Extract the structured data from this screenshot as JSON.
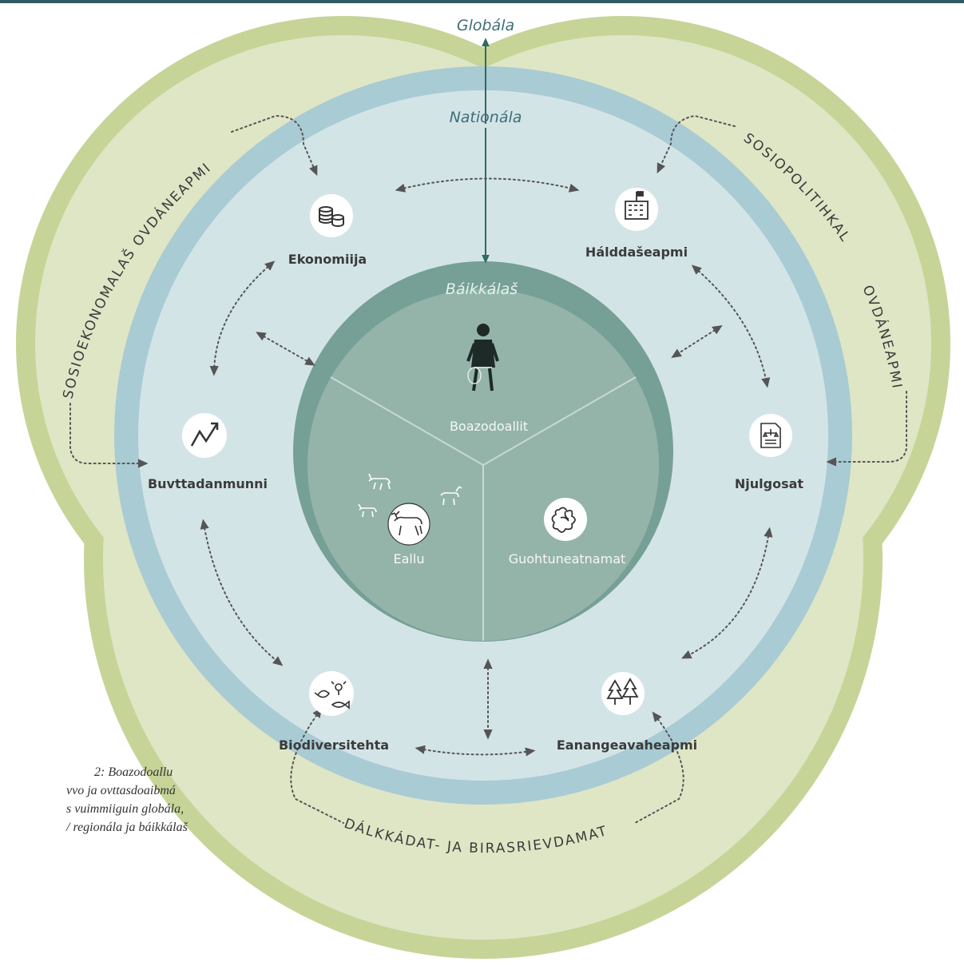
{
  "levels": {
    "global": "Globála",
    "national": "Nationála",
    "local": "Báikkálaš"
  },
  "arcs": {
    "left": "SOSIOEKONOMALAŠ OVDÁNEAPMI",
    "right_upper": "SOSIOPOLITIHKALAŠ",
    "right_lower": "OVDÁNEAPMI",
    "bottom": "DÁLKKÁDAT- JA BIRASRIEVDAMAT"
  },
  "nodes": {
    "economy": "Ekonomiija",
    "governance": "Hálddašeapmi",
    "production": "Buvttadanmunni",
    "law": "Njulgosat",
    "biodiversity": "Biodiversitehta",
    "environment": "Eanangeavaheapmi"
  },
  "core": {
    "herders": "Boazodoallit",
    "herd": "Eallu",
    "pastures": "Guohtuneatnamat"
  },
  "caption": [
    "2: Boazodoallu",
    "vvo ja ovttasdoaibmá",
    "s vuimmiiguin globála,",
    "/ regionála ja báikkálaš"
  ],
  "icons": {
    "economy": "coins-icon",
    "governance": "building-icon",
    "production": "trend-up-icon",
    "law": "legal-document-icon",
    "biodiversity": "bird-insect-fish-icon",
    "environment": "trees-icon",
    "pastures": "lichen-icon",
    "herd": "reindeer-icon",
    "herders": "herder-icon"
  },
  "colors": {
    "outer_band": "#c6d497",
    "outer_fill": "#dfe6c5",
    "blue_ring": "#a9cbd3",
    "blue_fill": "#d3e4e7",
    "core_ring": "#76a095",
    "core_fill": "#94b4aa",
    "accent": "#2f5a66"
  }
}
